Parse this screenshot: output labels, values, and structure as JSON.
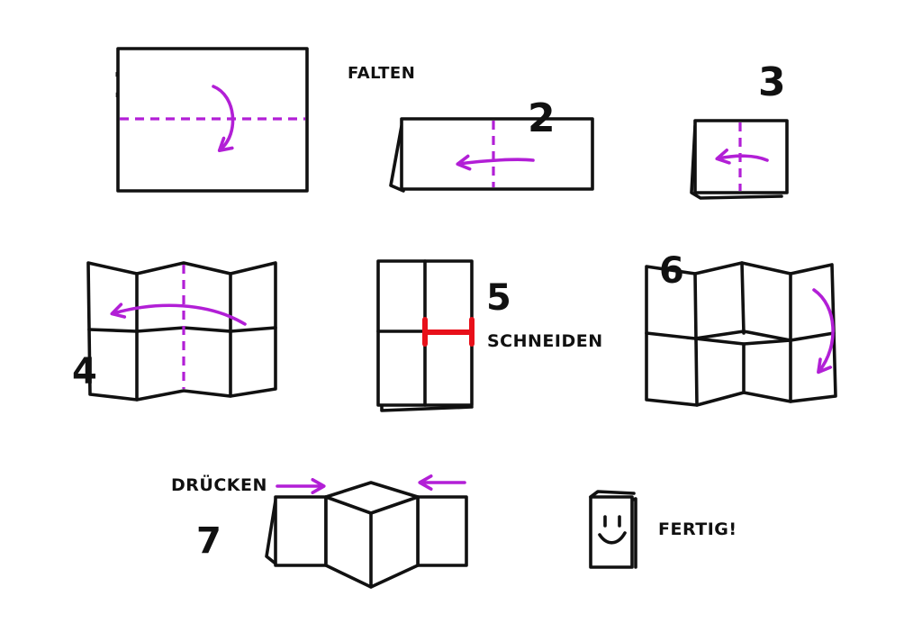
{
  "colors": {
    "ink": "#111111",
    "fold": "#b21fd6",
    "cut": "#e8101a",
    "background": "#ffffff"
  },
  "steps": {
    "s1": {
      "number": "1",
      "label": "FALTEN"
    },
    "s2": {
      "number": "2"
    },
    "s3": {
      "number": "3"
    },
    "s4": {
      "number": "4"
    },
    "s5": {
      "number": "5",
      "label": "SCHNEIDEN"
    },
    "s6": {
      "number": "6"
    },
    "s7": {
      "number": "7",
      "label": "DRÜCKEN"
    },
    "done": {
      "label": "FERTIG!",
      "icon": "smiley-booklet-icon"
    }
  }
}
